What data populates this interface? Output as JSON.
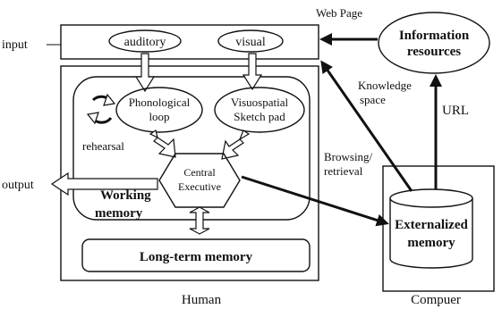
{
  "labels": {
    "web_page": "Web Page",
    "input": "input",
    "output": "output",
    "auditory": "auditory",
    "visual": "visual",
    "information_resources_1": "Information",
    "information_resources_2": "resources",
    "phonological_1": "Phonological",
    "phonological_2": "loop",
    "visuospatial_1": "Visuospatial",
    "visuospatial_2": "Sketch pad",
    "rehearsal": "rehearsal",
    "central_1": "Central",
    "central_2": "Executive",
    "working_1": "Working",
    "working_2": "memory",
    "long_term": "Long-term memory",
    "knowledge_1": "Knowledge",
    "knowledge_2": "space",
    "browsing_1": "Browsing/",
    "browsing_2": "retrieval",
    "url": "URL",
    "externalized_1": "Externalized",
    "externalized_2": "memory",
    "human": "Human",
    "computer": "Compuer"
  }
}
